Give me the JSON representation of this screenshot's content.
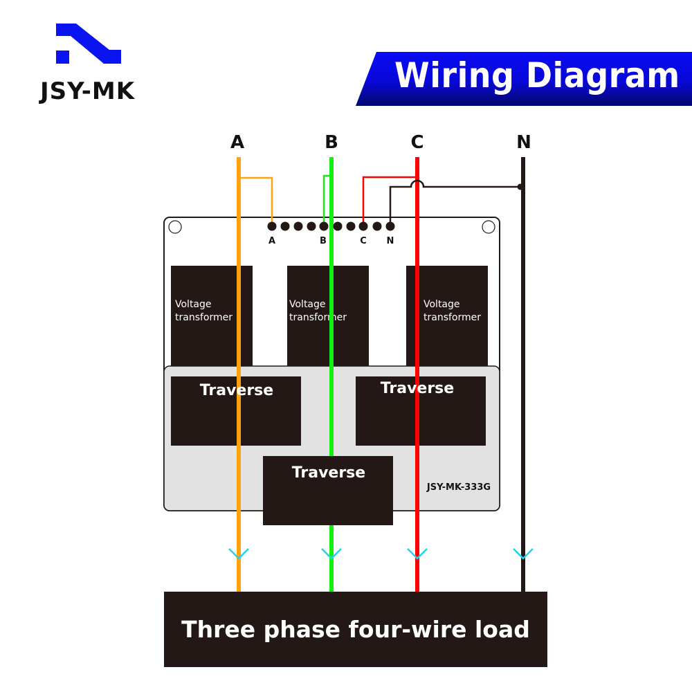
{
  "header": {
    "brand": "JSY-MK",
    "logo_color": "#0a14f0",
    "title": "Wiring Diagram",
    "banner_colors": {
      "top": "#0a0af0",
      "bottom": "#020a6e"
    }
  },
  "lines": {
    "labels": [
      "A",
      "B",
      "C",
      "N"
    ],
    "colors": {
      "A": "#ffa30d",
      "B": "#12f012",
      "C": "#ff0000",
      "N": "#231815"
    }
  },
  "module": {
    "terminal_labels": [
      "A",
      "B",
      "C",
      "N"
    ],
    "terminal_count": 10,
    "transformers": [
      {
        "line1": "Voltage",
        "line2": "transformer"
      },
      {
        "line1": "Voltage",
        "line2": "transformer"
      },
      {
        "line1": "Voltage",
        "line2": "transformer"
      }
    ],
    "traverse_labels": [
      "Traverse",
      "Traverse",
      "Traverse"
    ],
    "model": "JSY-MK-333G"
  },
  "load": {
    "label": "Three phase four-wire load",
    "arrow_color": "#1ed4f0"
  }
}
